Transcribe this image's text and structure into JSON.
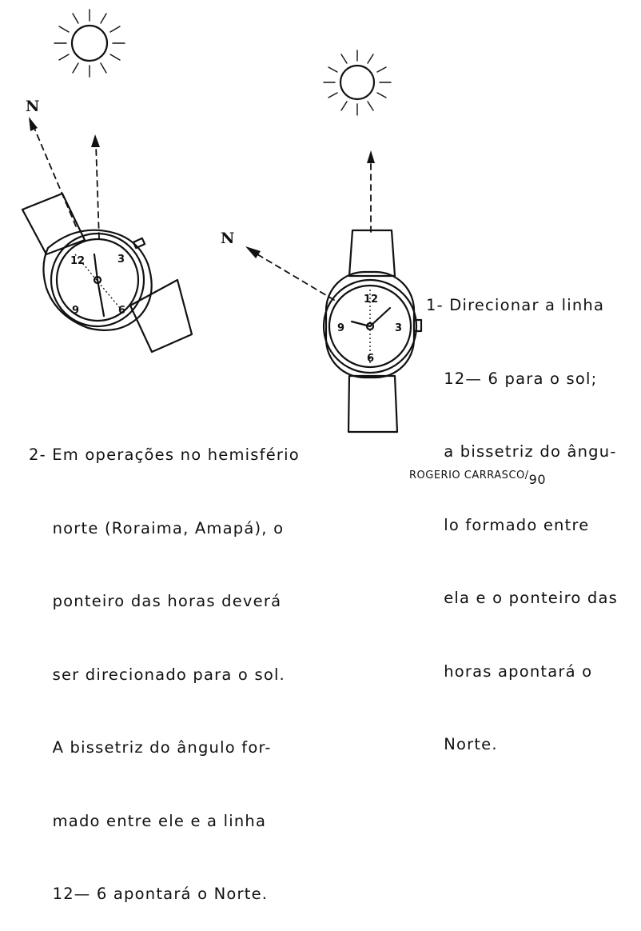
{
  "labels": {
    "north_left": "N",
    "north_right": "N"
  },
  "watch_numerals": {
    "twelve": "12",
    "three": "3",
    "six": "6",
    "nine": "9"
  },
  "caption_1": {
    "lines": [
      "1- Direcionar a linha",
      "   12— 6 para o sol;",
      "   a bissetriz do ângu-",
      "   lo formado entre",
      "   ela e o ponteiro das",
      "   horas apontará o",
      "   Norte."
    ]
  },
  "caption_2": {
    "lines": [
      "2- Em operações no hemisfério",
      "    norte (Roraima, Amapá), o",
      "    ponteiro das horas deverá",
      "    ser direcionado para o sol.",
      "    A bissetriz do ângulo for-",
      "    mado entre ele e a linha",
      "    12— 6 apontará o Norte."
    ]
  },
  "signature": {
    "name": "ROGERIO CARRASCO/",
    "year": "90"
  },
  "colors": {
    "ink": "#111111",
    "background": "#ffffff"
  }
}
